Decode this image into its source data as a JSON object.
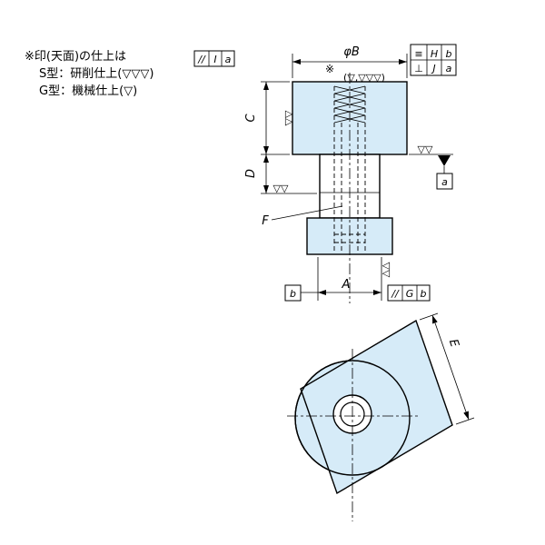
{
  "notes": {
    "line1": "※印(天面)の仕上は",
    "line2": "S型：研削仕上(▽▽▽)",
    "line3": "G型：機械仕上(▽)"
  },
  "dimensions": {
    "diameter_b": "φB",
    "height_c": "C",
    "height_d": "D",
    "width_a": "A",
    "length_e": "E",
    "hole_f": "F"
  },
  "feature_controls": {
    "parallel_i": {
      "symbol": "//",
      "tolerance": "I",
      "datum": "a"
    },
    "symmetry_h": {
      "symbol": "≡",
      "tolerance": "H",
      "datum": "b"
    },
    "perpendicular_j": {
      "symbol": "⊥",
      "tolerance": "J",
      "datum": "a"
    },
    "parallel_g": {
      "symbol": "//",
      "tolerance": "G",
      "datum": "b"
    }
  },
  "datums": {
    "a": "a",
    "b": "b"
  },
  "surface_marks": {
    "reference_mark": "※",
    "top_finish": "(▽,▽▽▽)",
    "double_triangle": "▽▽"
  },
  "colors": {
    "part_fill": "#d6ebf8",
    "line": "#000000"
  }
}
